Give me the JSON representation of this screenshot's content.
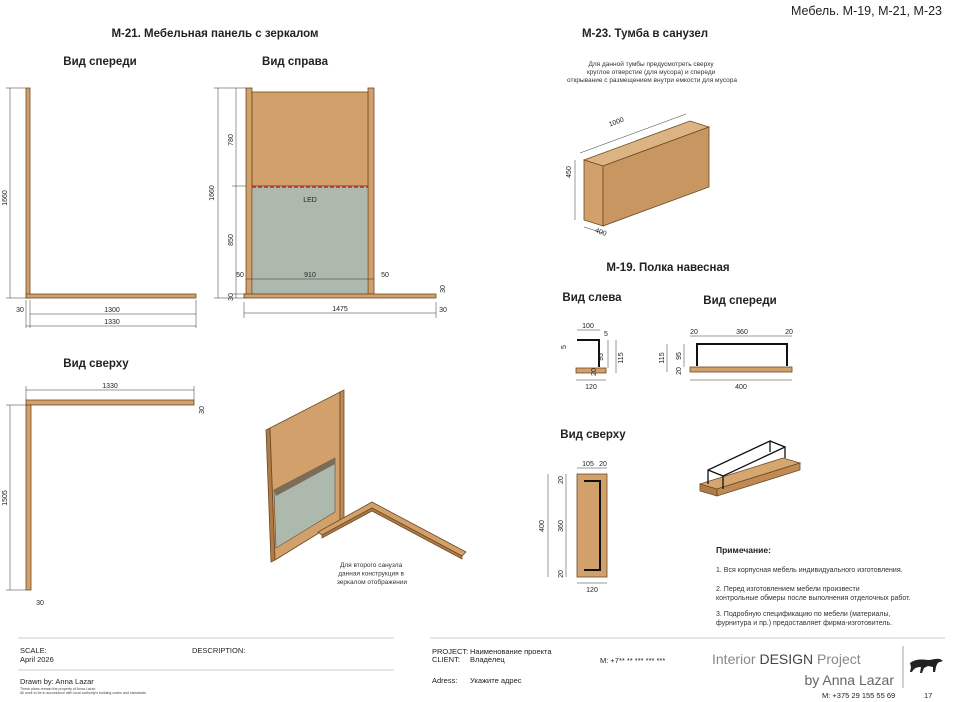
{
  "header": {
    "sheet_title": "Мебель. М-19, М-21, М-23"
  },
  "m21": {
    "title": "М-21. Мебельная панель с зеркалом",
    "front_view": "Вид спереди",
    "right_view": "Вид справа",
    "top_view": "Вид сверху",
    "led_label": "LED",
    "dims": {
      "front_height": "1660",
      "front_base_thk": "30",
      "front_width_inner": "1300",
      "front_width_total": "1330",
      "right_height_total": "1660",
      "right_upper": "780",
      "right_lower": "850",
      "right_base": "30",
      "right_side_left": "50",
      "right_mirror_width": "910",
      "right_side_right": "50",
      "right_total_width": "1475",
      "right_end_thk": "30",
      "right_end_thk2": "30",
      "top_width": "1330",
      "top_thk": "30",
      "top_depth": "1505",
      "top_thk_bottom": "30"
    },
    "iso_note": "Для второго санузла данная конструкция в зеркалом отображении"
  },
  "m23": {
    "title": "М-23. Тумба в санузел",
    "note": "Для данной тумбы предусмотреть сверху круглое отверстие (для мусора) и спереди открывание с размещением внутри емкости для мусора",
    "dims": {
      "length": "1000",
      "height": "450",
      "depth": "400"
    }
  },
  "m19": {
    "title": "М-19. Полка навесная",
    "left_view": "Вид слева",
    "front_view": "Вид спереди",
    "top_view": "Вид сверху",
    "left_dims": {
      "top": "100",
      "gap": "5",
      "left_small": "5",
      "h95": "95",
      "h115": "115",
      "base": "20",
      "width": "120"
    },
    "front_dims": {
      "l20": "20",
      "mid": "360",
      "r20": "20",
      "h115": "115",
      "h95": "95",
      "base": "20",
      "width": "400"
    },
    "top_dims": {
      "w105": "105",
      "w20": "20",
      "total": "400",
      "inner": "360",
      "t20": "20",
      "b20": "20",
      "width": "120"
    }
  },
  "notes": {
    "heading": "Примечание:",
    "items": [
      "1. Вся корпусная мебель индивидуального изготовления.",
      "2. Перед изготовлением мебели произвести контрольные обмеры после выполнения отделочных работ.",
      "3. Подробную спецификацию по мебели (материалы, фурнитура и пр.) предоставляет фирма-изготовитель."
    ]
  },
  "title_block": {
    "scale_label": "SCALE:",
    "scale_value": "April 2026",
    "description_label": "DESCRIPTION:",
    "drawn_by": "Drawn by: Anna Lazar",
    "fine_print_1": "These plans remain the property of Anna Lazar.",
    "fine_print_2": "All work to be in accordance with local authority's building codes and standards.",
    "project_label": "PROJECT:",
    "project_value": "Наименование проекта",
    "client_label": "CLIENT:",
    "client_value": "Владелец",
    "phone_client": "M: +7** ** *** *** ***",
    "adress_label": "Adress:",
    "adress_value": "Укажите адрес",
    "brand_part1": "Interior ",
    "brand_part2": "DESIGN",
    "brand_part3": " Project",
    "brand_by": "by Anna Lazar",
    "phone_designer": "M: +375 29 155 55 69",
    "page_number": "17"
  }
}
